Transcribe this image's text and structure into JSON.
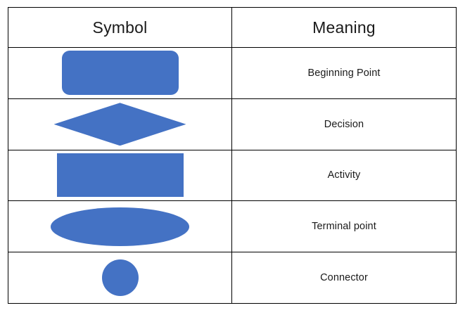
{
  "table": {
    "headers": {
      "symbol": "Symbol",
      "meaning": "Meaning"
    },
    "accent_color": "#4472C4",
    "border_color": "#000000",
    "rows": [
      {
        "shape": "rounded-rectangle",
        "shape_name": "rounded-rectangle-shape",
        "meaning": "Beginning Point"
      },
      {
        "shape": "diamond",
        "shape_name": "diamond-shape",
        "meaning": "Decision"
      },
      {
        "shape": "rectangle",
        "shape_name": "rectangle-shape",
        "meaning": "Activity"
      },
      {
        "shape": "ellipse",
        "shape_name": "ellipse-shape",
        "meaning": "Terminal point"
      },
      {
        "shape": "circle",
        "shape_name": "circle-shape",
        "meaning": "Connector"
      }
    ]
  }
}
